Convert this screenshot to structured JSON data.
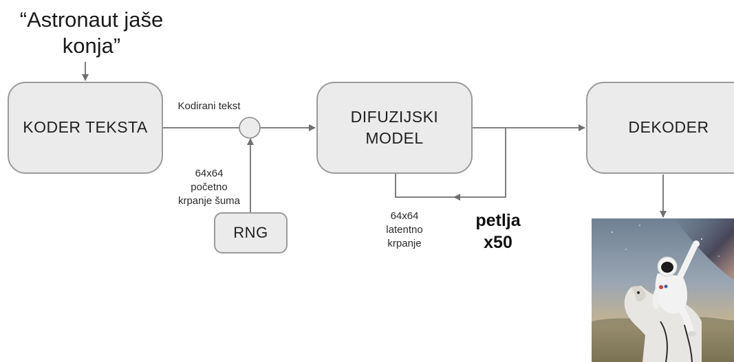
{
  "diagram": {
    "prompt": "“Astronaut jaše\nkonja”",
    "nodes": {
      "text_encoder": "KODER TEKSTA",
      "diffusion_model": "DIFUZIJSKI\nMODEL",
      "decoder": "DEKODER",
      "rng": "RNG"
    },
    "labels": {
      "encoded_text": "Kodirani tekst",
      "initial_noise": "64x64\npočetno\nkrpanje šuma",
      "latent_patch": "64x64\nlatentno\nkrpanje",
      "loop": "petlja\nx50"
    },
    "output_image": {
      "description_icon": "astronaut-riding-horse-image",
      "sky_color": "#8a98a8",
      "horse_color": "#e8e6e2",
      "suit_color": "#f2f2f2"
    }
  },
  "colors": {
    "box_fill": "#ebebeb",
    "box_border": "#9a9a9a",
    "wire": "#6f6f6f",
    "joint_fill": "#ececec"
  }
}
